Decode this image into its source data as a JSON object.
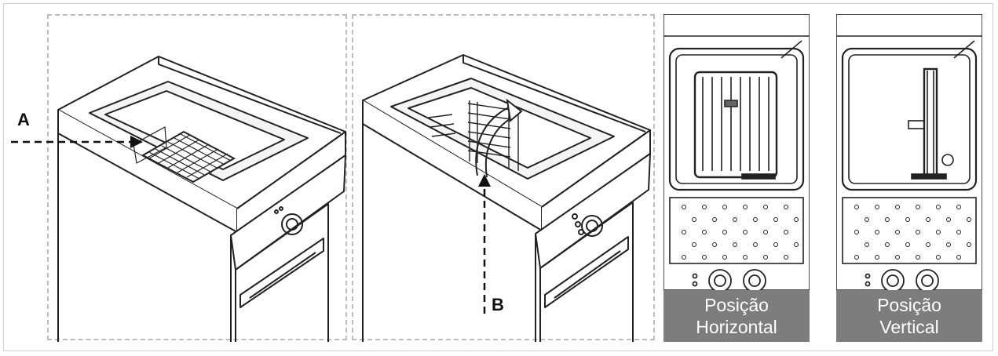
{
  "labels": {
    "a": "A",
    "b": "B"
  },
  "captions": {
    "horizontal": {
      "line1": "Posição",
      "line2": "Horizontal"
    },
    "vertical": {
      "line1": "Posição",
      "line2": "Vertical"
    }
  },
  "colors": {
    "line": "#222222",
    "dash_border": "#bdbdbd",
    "caption_bg": "#7d7d7d",
    "caption_text": "#ffffff"
  }
}
